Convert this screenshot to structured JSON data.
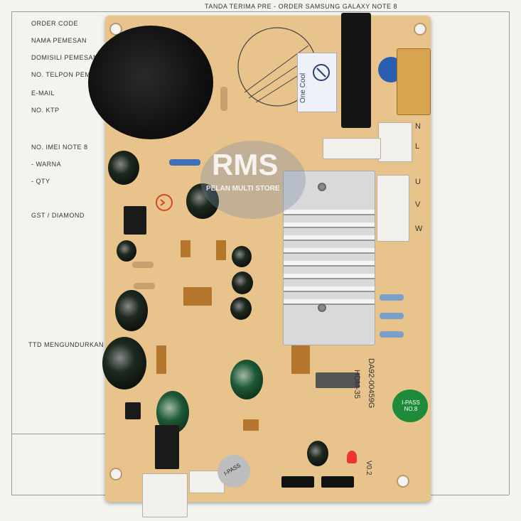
{
  "form": {
    "header": "TANDA TERIMA PRE - ORDER SAMSUNG GALAXY NOTE 8",
    "lines": [
      "ORDER CODE",
      "NAMA PEMESAN",
      "DOMISILI PEMESAN",
      "NO. TELPON PEMESAN",
      "E-MAIL",
      "NO. KTP",
      "NO. IMEI NOTE 8",
      "- WARNA",
      "- QTY",
      "GST / DIAMOND",
      "TTD MENGUNDURKAN DIRI"
    ]
  },
  "board": {
    "part_number": "DA92-00459G",
    "model": "HDM-35",
    "connector_labels": [
      "U",
      "V",
      "W",
      "N",
      "L"
    ],
    "version": "V0.2",
    "label_brand": "One Cool",
    "green_sticker": "I-PASS NO.8",
    "grey_sticker": "I-PASS"
  },
  "watermark": {
    "logo": "RMS",
    "tagline": "PELAN MULTI STORE"
  },
  "colors": {
    "pcb": "#e8c48c",
    "paper": "#f4f3ef",
    "heatsink": "#d9d9d9",
    "capacitor": "#111111",
    "sticker_green": "#1e8a3a"
  }
}
